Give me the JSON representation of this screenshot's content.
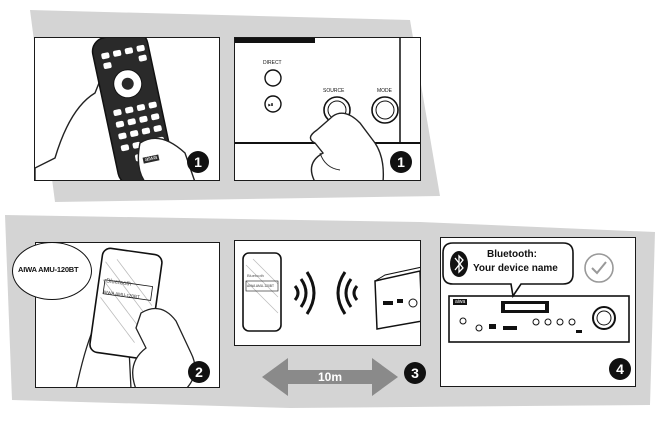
{
  "step1": {
    "badge_left": "1",
    "badge_right": "1",
    "button_direct": "DIRECT",
    "button_source": "SOURCE",
    "button_mode": "MODE",
    "remote_brand": "aiwa"
  },
  "step2": {
    "badge": "2",
    "device_label": "AIWA AMU-120BT",
    "phone_title": "Bluetooth",
    "phone_item": "AIWA AMU-120BT"
  },
  "step3": {
    "badge": "3",
    "distance": "10m",
    "phone_title": "Bluetooth",
    "phone_item": "AIWA AMU-120BT"
  },
  "step4": {
    "badge": "4",
    "bubble_line1": "Bluetooth:",
    "bubble_line2": "Your device name",
    "receiver_brand": "aiwa"
  },
  "colors": {
    "band": "#cfcfcf",
    "arrow": "#8a8a8a",
    "ink": "#111111"
  }
}
